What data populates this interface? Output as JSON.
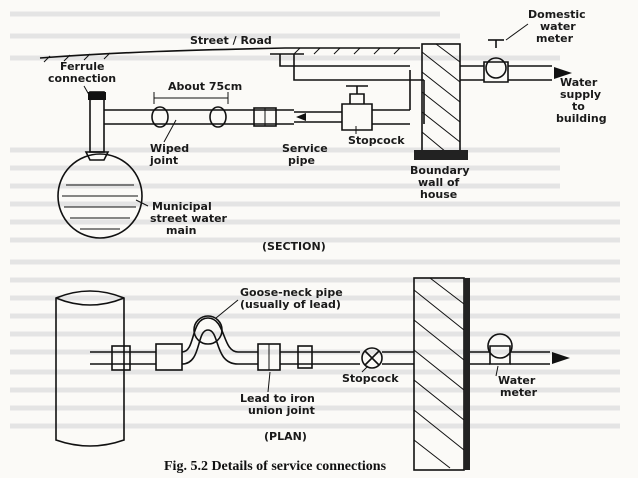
{
  "section": {
    "street_road": "Street / Road",
    "ferrule": [
      "Ferrule",
      "connection"
    ],
    "about_75": "About 75cm",
    "wiped_joint": [
      "Wiped",
      "joint"
    ],
    "service_pipe": [
      "Service",
      "pipe"
    ],
    "stopcock": "Stopcock",
    "boundary_wall": [
      "Boundary",
      "wall of",
      "house"
    ],
    "domestic_meter": [
      "Domestic",
      "water",
      "meter"
    ],
    "water_supply": [
      "Water",
      "supply",
      "to",
      "building"
    ],
    "municipal_main": [
      "Municipal",
      "street water",
      "main"
    ],
    "title": "(SECTION)"
  },
  "plan": {
    "goose_neck": [
      "Goose-neck pipe",
      "(usually of lead)"
    ],
    "stopcock": "Stopcock",
    "lead_iron": [
      "Lead to iron",
      "union joint"
    ],
    "water_meter": [
      "Water",
      "meter"
    ],
    "title": "(PLAN)"
  },
  "caption": "Fig. 5.2 Details of service connections"
}
